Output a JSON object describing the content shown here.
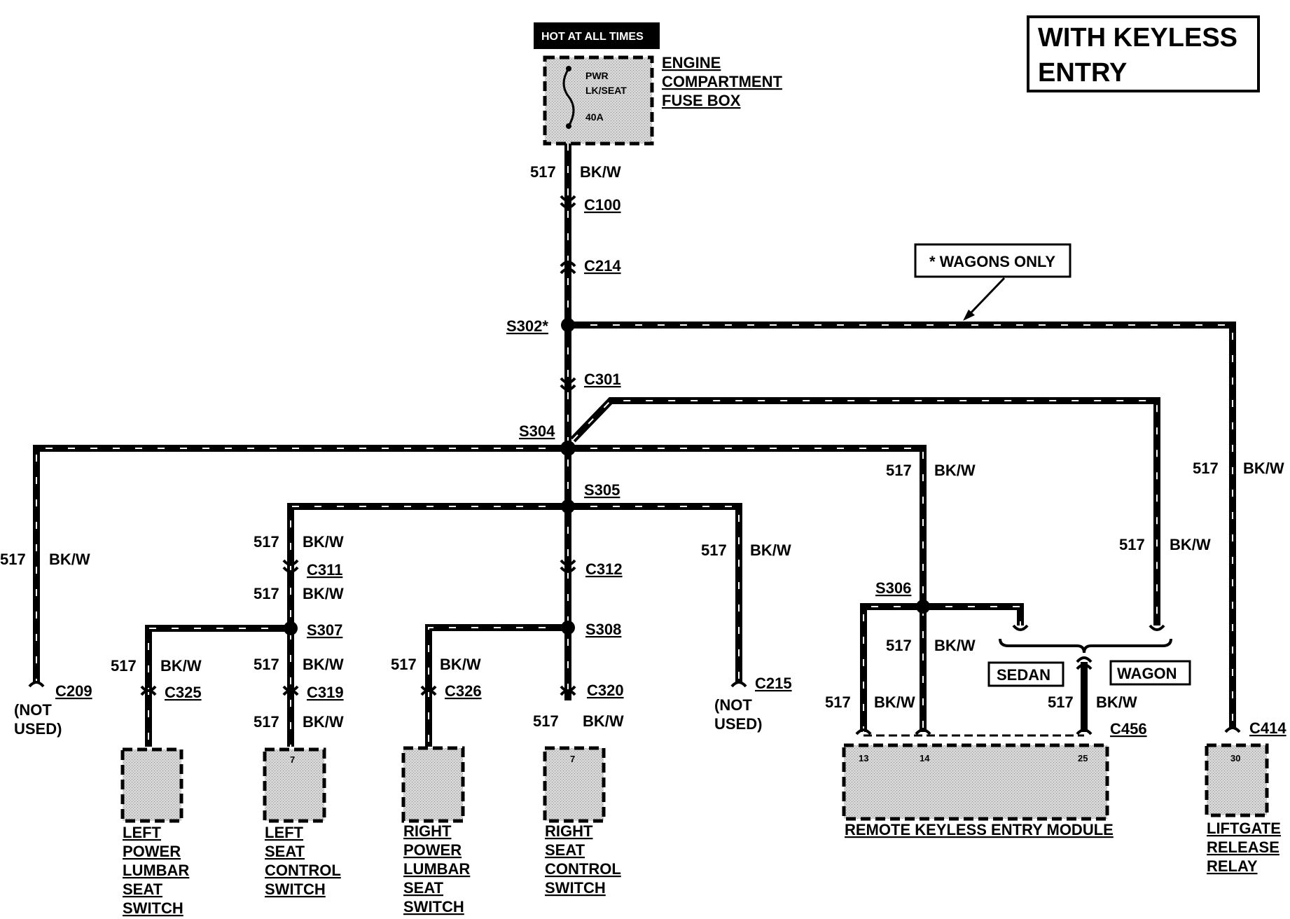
{
  "title": {
    "line1": "WITH KEYLESS",
    "line2": "ENTRY"
  },
  "hot_label": "HOT AT ALL TIMES",
  "fuse": {
    "line1": "PWR",
    "line2": "LK/SEAT",
    "rating": "40A"
  },
  "fusebox_label": [
    "ENGINE",
    "COMPARTMENT",
    "FUSE BOX"
  ],
  "wagons_only": "* WAGONS ONLY",
  "circuit": "517",
  "color": "BK/W",
  "connectors": {
    "c100": "C100",
    "c214": "C214",
    "c301": "C301",
    "c311": "C311",
    "c312": "C312",
    "c325": "C325",
    "c319": "C319",
    "c326": "C326",
    "c320": "C320",
    "c209": "C209",
    "c215": "C215",
    "c456": "C456",
    "c414": "C414"
  },
  "splices": {
    "s302": "S302*",
    "s304": "S304",
    "s305": "S305",
    "s306": "S306",
    "s307": "S307",
    "s308": "S308"
  },
  "not_used": [
    "(NOT",
    "USED)"
  ],
  "sedan": "SEDAN",
  "wagon": "WAGON",
  "pins": {
    "lsc": "7",
    "rsc": "7",
    "rke13": "13",
    "rke14": "14",
    "rke25": "25",
    "lift": "30"
  },
  "components": {
    "left_lumbar": [
      "LEFT",
      "POWER",
      "LUMBAR",
      "SEAT",
      "SWITCH"
    ],
    "left_seat": [
      "LEFT",
      "SEAT",
      "CONTROL",
      "SWITCH"
    ],
    "right_lumbar": [
      "RIGHT",
      "POWER",
      "LUMBAR",
      "SEAT",
      "SWITCH"
    ],
    "right_seat": [
      "RIGHT",
      "SEAT",
      "CONTROL",
      "SWITCH"
    ],
    "rke": "REMOTE KEYLESS ENTRY MODULE",
    "liftgate": [
      "LIFTGATE",
      "RELEASE",
      "RELAY"
    ]
  }
}
